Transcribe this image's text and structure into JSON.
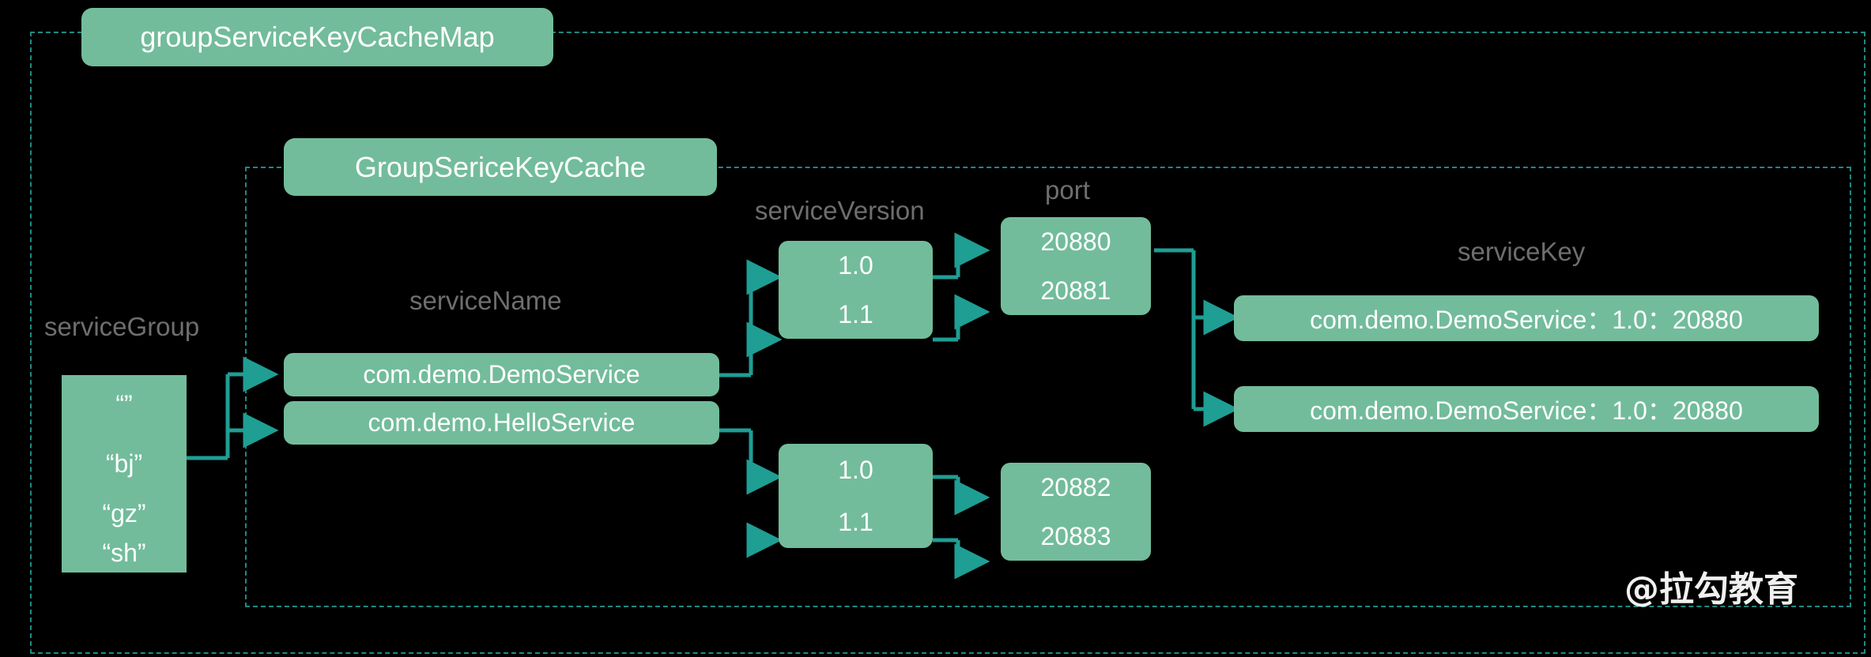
{
  "diagram": {
    "title": "groupServiceKeyCacheMap",
    "inner_title": "GroupSericeKeyCache",
    "watermark": "@拉勾教育",
    "colors": {
      "background": "#000000",
      "node_fill": "#72bc9b",
      "node_text": "#ffffff",
      "label_text": "#6e6e6e",
      "wire": "#1f9e94",
      "dashed_border": "#1f8a82"
    }
  },
  "columns": {
    "service_group": {
      "label": "serviceGroup",
      "values": [
        "“”",
        "“bj”",
        "“gz”",
        "“sh”"
      ]
    },
    "service_name": {
      "label": "serviceName",
      "values": [
        "com.demo.DemoService",
        "com.demo.HelloService"
      ]
    },
    "service_version": {
      "label": "serviceVersion",
      "group_top": [
        "1.0",
        "1.1"
      ],
      "group_bottom": [
        "1.0",
        "1.1"
      ]
    },
    "port": {
      "label": "port",
      "group_top": [
        "20880",
        "20881"
      ],
      "group_bottom": [
        "20882",
        "20883"
      ]
    },
    "service_key": {
      "label": "serviceKey",
      "values": [
        "com.demo.DemoService：1.0：20880",
        "com.demo.DemoService：1.0：20880"
      ]
    }
  }
}
